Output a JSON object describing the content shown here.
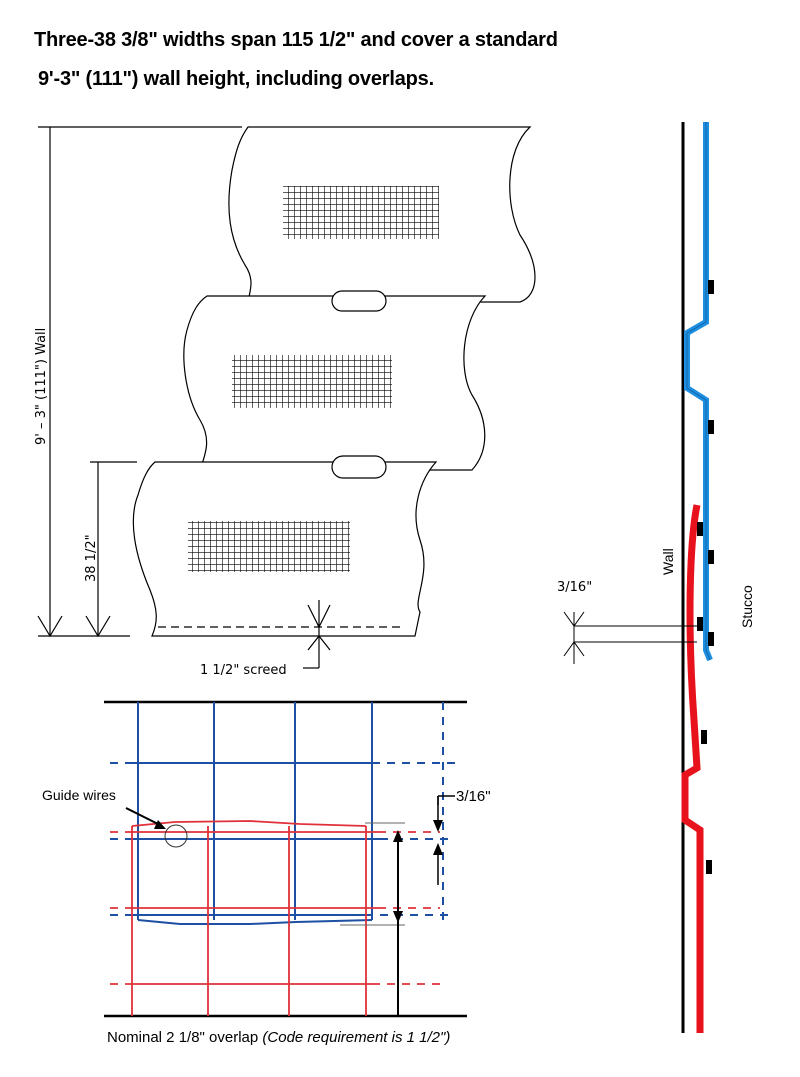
{
  "header": {
    "line1": "Three-38 3/8\" widths span 115 1/2\" and cover a standard",
    "line2": "9'-3\" (111\") wall height, including overlaps."
  },
  "elevation": {
    "wall_height_label": "9' – 3\" (111\") Wall",
    "width_label": "38 1/2\"",
    "screed_label": "1 1/2\" screed",
    "panels": 3
  },
  "section": {
    "wall_label": "Wall",
    "stucco_label": "Stucco",
    "gap_label": "3/16\"",
    "colors": {
      "upper_panel": "#1e8ee0",
      "lower_panel": "#e8121c",
      "wall": "#000000"
    }
  },
  "overlap_detail": {
    "guide_wires_label": "Guide wires",
    "gap_label": "3/16\"",
    "caption_main": "Nominal 2 1/8\" overlap ",
    "caption_note": "(Code requirement is 1 1/2\")",
    "colors": {
      "upper_mesh": "#1d4fa3",
      "lower_mesh": "#e0303a"
    }
  }
}
